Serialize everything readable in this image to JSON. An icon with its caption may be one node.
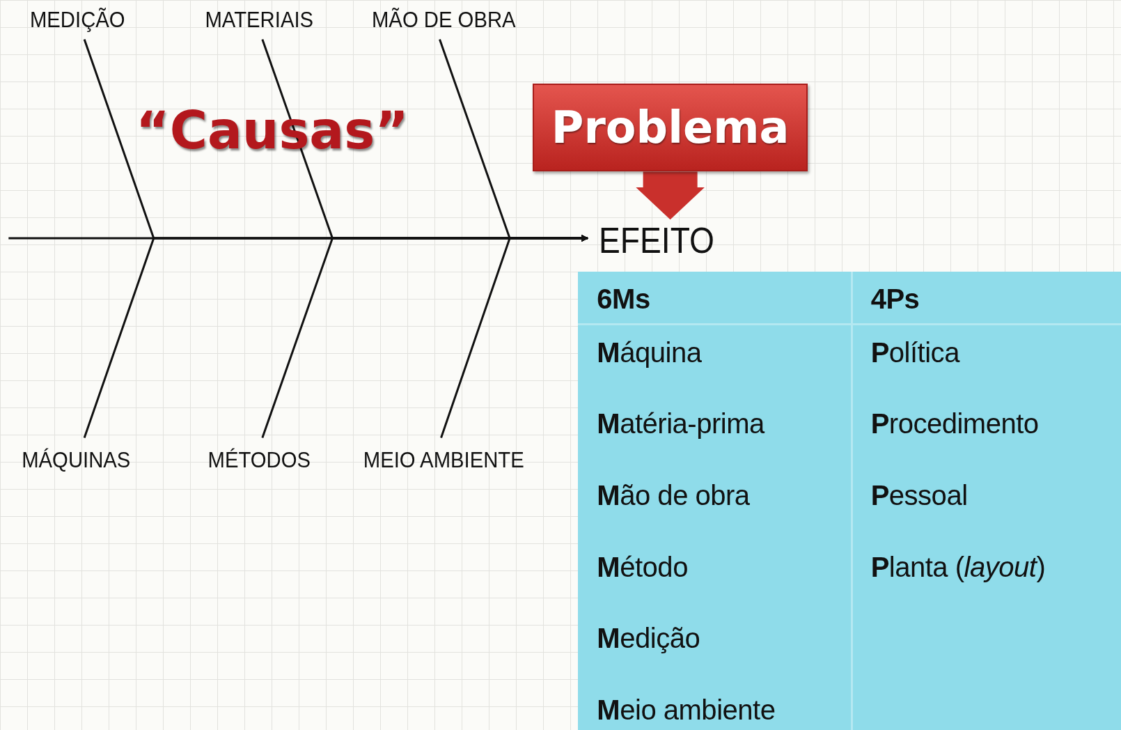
{
  "diagram": {
    "nodes": [
      {
        "text": [
          "Problema"
        ]
      },
      {
        "text": [
          "EFEITO"
        ]
      },
      {
        "text": [
          "MEDIÇÃO"
        ]
      },
      {
        "text": [
          "MATERIAIS"
        ]
      },
      {
        "text": [
          "MÃO DE OBRA"
        ]
      },
      {
        "text": [
          "MÁQUINAS"
        ]
      },
      {
        "text": [
          "MÉTODOS"
        ]
      },
      {
        "text": [
          "MEIO AMBIENTE"
        ]
      }
    ],
    "edges": [
      {
        "from": 0,
        "to": 1,
        "arrow": "to",
        "style": "thick",
        "color": "#c9302c"
      },
      {
        "from": 2,
        "to": 1,
        "arrow": "to"
      },
      {
        "from": 3,
        "to": 1,
        "arrow": "to"
      },
      {
        "from": 4,
        "to": 1,
        "arrow": "to"
      },
      {
        "from": 5,
        "to": 1,
        "arrow": "to"
      },
      {
        "from": 6,
        "to": 1,
        "arrow": "to"
      },
      {
        "from": 7,
        "to": 1,
        "arrow": "to"
      },
      {
        "from": null,
        "to": 1,
        "arrow": "to"
      }
    ],
    "labels": [
      "“Causas”",
      "6Ms",
      "4Ps",
      "**M**áquina",
      "**P**olítica",
      "**M**atéria-prima",
      "**P**rocedimento",
      "**M**ão de obra",
      "**P**essoal",
      "**M**étodo",
      "**P**lanta (*layout*)",
      "**M**edição",
      "**M**eio ambiente"
    ]
  }
}
